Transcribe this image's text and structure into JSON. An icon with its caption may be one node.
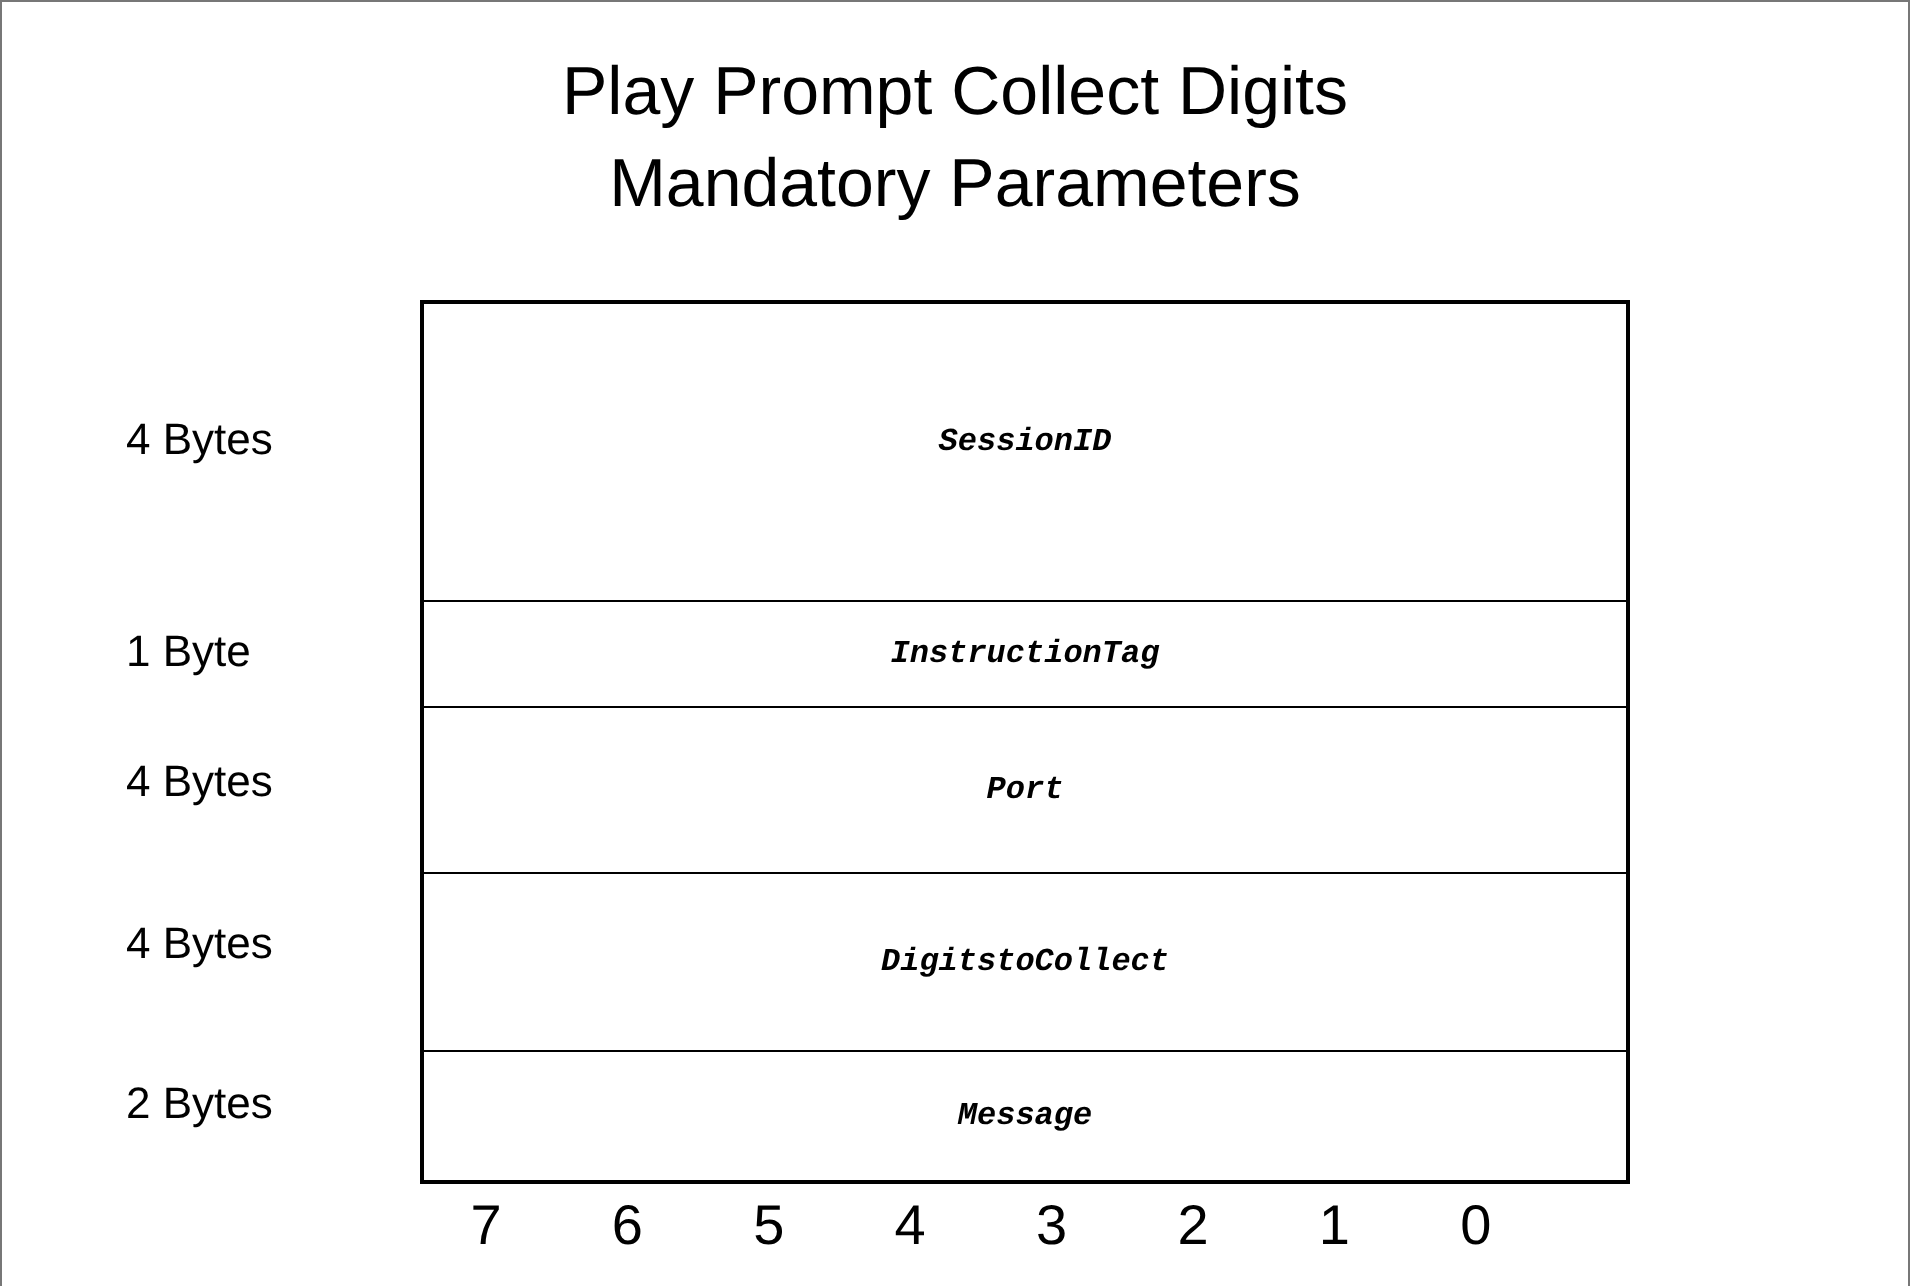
{
  "diagram": {
    "title": "Play Prompt Collect Digits Mandatory Parameters",
    "nodes": [
      {
        "text": [
          "SessionID"
        ]
      },
      {
        "text": [
          "InstructionTag"
        ]
      },
      {
        "text": [
          "Port"
        ]
      },
      {
        "text": [
          "DigitstoCollect"
        ]
      },
      {
        "text": [
          "Message"
        ]
      }
    ],
    "labels": [
      "4 Bytes",
      "1 Byte",
      "4 Bytes",
      "4 Bytes",
      "2 Bytes",
      "7",
      "6",
      "5",
      "4",
      "3",
      "2",
      "1",
      "0"
    ]
  }
}
